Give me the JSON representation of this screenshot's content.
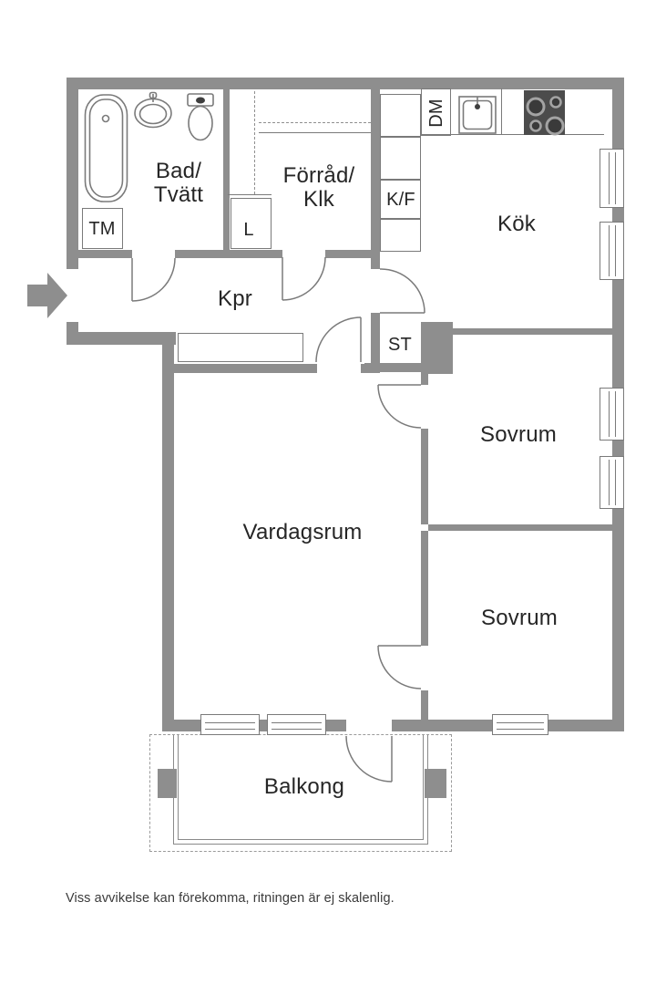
{
  "plan_type": "apartment-floor-plan",
  "colors": {
    "wall": "#8e8e8e",
    "thin_line": "#7a7a7a",
    "text": "#262626",
    "stove_body": "#4c4c4c",
    "burner_ring": "#a3a3a3",
    "burner_center": "#3a3a3a",
    "balcony_dash": "#9b9b9b",
    "background": "#ffffff"
  },
  "rooms": {
    "bad_tvatt": {
      "line1": "Bad/",
      "line2": "Tvätt"
    },
    "forrad_klk": {
      "line1": "Förråd/",
      "line2": "Klk"
    },
    "kok": {
      "label": "Kök"
    },
    "kpr": {
      "label": "Kpr"
    },
    "sovrum_upper": {
      "label": "Sovrum"
    },
    "vardagsrum": {
      "label": "Vardagsrum"
    },
    "sovrum_lower": {
      "label": "Sovrum"
    },
    "balkong": {
      "label": "Balkong"
    }
  },
  "fixtures": {
    "tm": "TM",
    "l": "L",
    "kf": "K/F",
    "dm": "DM",
    "st": "ST"
  },
  "symbols": [
    "entrance-arrow",
    "bathtub",
    "washbasin",
    "toilet",
    "kitchen-sink",
    "stove-4-burners",
    "door-arcs",
    "windows",
    "balcony-railing"
  ],
  "footer": {
    "disclaimer": "Viss avvikelse kan förekomma, ritningen är ej skalenlig."
  }
}
